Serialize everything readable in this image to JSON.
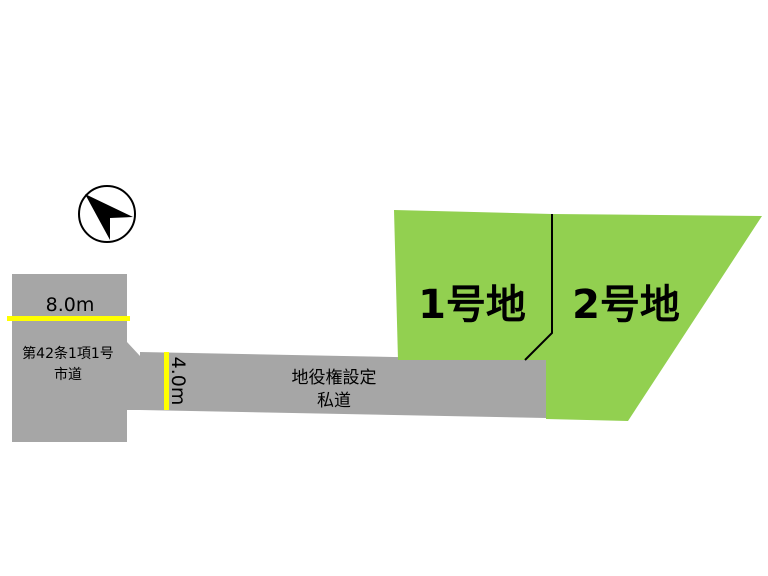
{
  "colors": {
    "road": "#a6a6a6",
    "lot": "#92d050",
    "width_marker": "#ffff00",
    "line": "#000000",
    "background": "#ffffff"
  },
  "compass": {
    "icon": "north-arrow-icon"
  },
  "public_road": {
    "line1": "第42条1項1号",
    "line2": "市道",
    "width": "8.0m"
  },
  "private_road": {
    "line1": "地役権設定",
    "line2": "私道",
    "width": "4.0m"
  },
  "lots": [
    {
      "label": "1号地"
    },
    {
      "label": "2号地"
    }
  ]
}
